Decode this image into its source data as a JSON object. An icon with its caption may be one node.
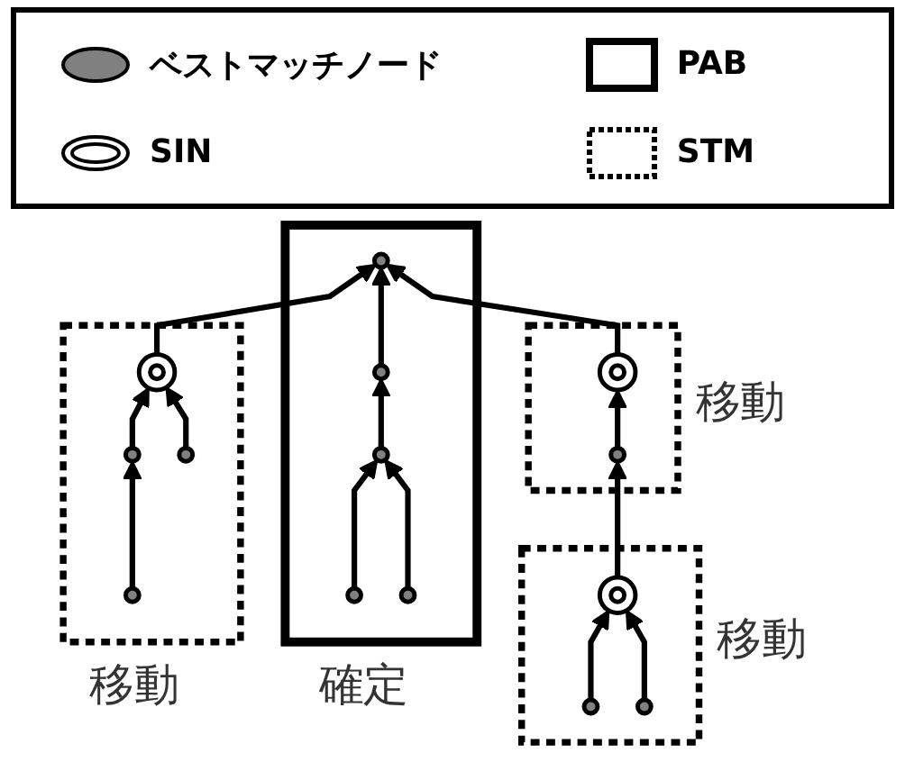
{
  "diagram": {
    "nodes": [
      {
        "text": [
          "移動"
        ]
      },
      {
        "text": [],
        "shape": "ring",
        "in": 0
      },
      {
        "text": [],
        "shape": "ellipse",
        "in": 0
      },
      {
        "text": [],
        "shape": "ellipse",
        "in": 0
      },
      {
        "text": [],
        "shape": "ellipse",
        "in": 0
      },
      {
        "text": [
          "確定"
        ]
      },
      {
        "text": [],
        "shape": "ellipse",
        "in": 5
      },
      {
        "text": [],
        "shape": "ellipse",
        "in": 5
      },
      {
        "text": [],
        "shape": "ellipse",
        "in": 5
      },
      {
        "text": [],
        "shape": "ellipse",
        "in": 5
      },
      {
        "text": [],
        "shape": "ellipse",
        "in": 5
      },
      {
        "text": [
          "移動"
        ]
      },
      {
        "text": [],
        "shape": "ring",
        "in": 11
      },
      {
        "text": [],
        "shape": "ellipse",
        "in": 11
      },
      {
        "text": [
          "移動"
        ]
      },
      {
        "text": [],
        "shape": "ring",
        "in": 14
      },
      {
        "text": [],
        "shape": "ellipse",
        "in": 14
      },
      {
        "text": [],
        "shape": "ellipse",
        "in": 14
      }
    ],
    "edges": [
      {
        "from": 4,
        "to": 2,
        "arrow": "to"
      },
      {
        "from": 2,
        "to": 1,
        "arrow": "to"
      },
      {
        "from": 3,
        "to": 1,
        "arrow": "to"
      },
      {
        "from": 1,
        "to": 6,
        "arrow": "to"
      },
      {
        "from": 7,
        "to": 6,
        "arrow": "to"
      },
      {
        "from": 8,
        "to": 7,
        "arrow": "to"
      },
      {
        "from": 9,
        "to": 8,
        "arrow": "to"
      },
      {
        "from": 10,
        "to": 8,
        "arrow": "to"
      },
      {
        "from": 12,
        "to": 6,
        "arrow": "to"
      },
      {
        "from": 13,
        "to": 12,
        "arrow": "to"
      },
      {
        "from": 15,
        "to": 13,
        "arrow": "to"
      },
      {
        "from": 16,
        "to": 15,
        "arrow": "to"
      },
      {
        "from": 17,
        "to": 15,
        "arrow": "to"
      }
    ],
    "legend": [
      {
        "text": "ベストマッチノード"
      },
      {
        "text": "SIN"
      },
      {
        "text": "PAB"
      },
      {
        "text": "STM"
      }
    ]
  }
}
